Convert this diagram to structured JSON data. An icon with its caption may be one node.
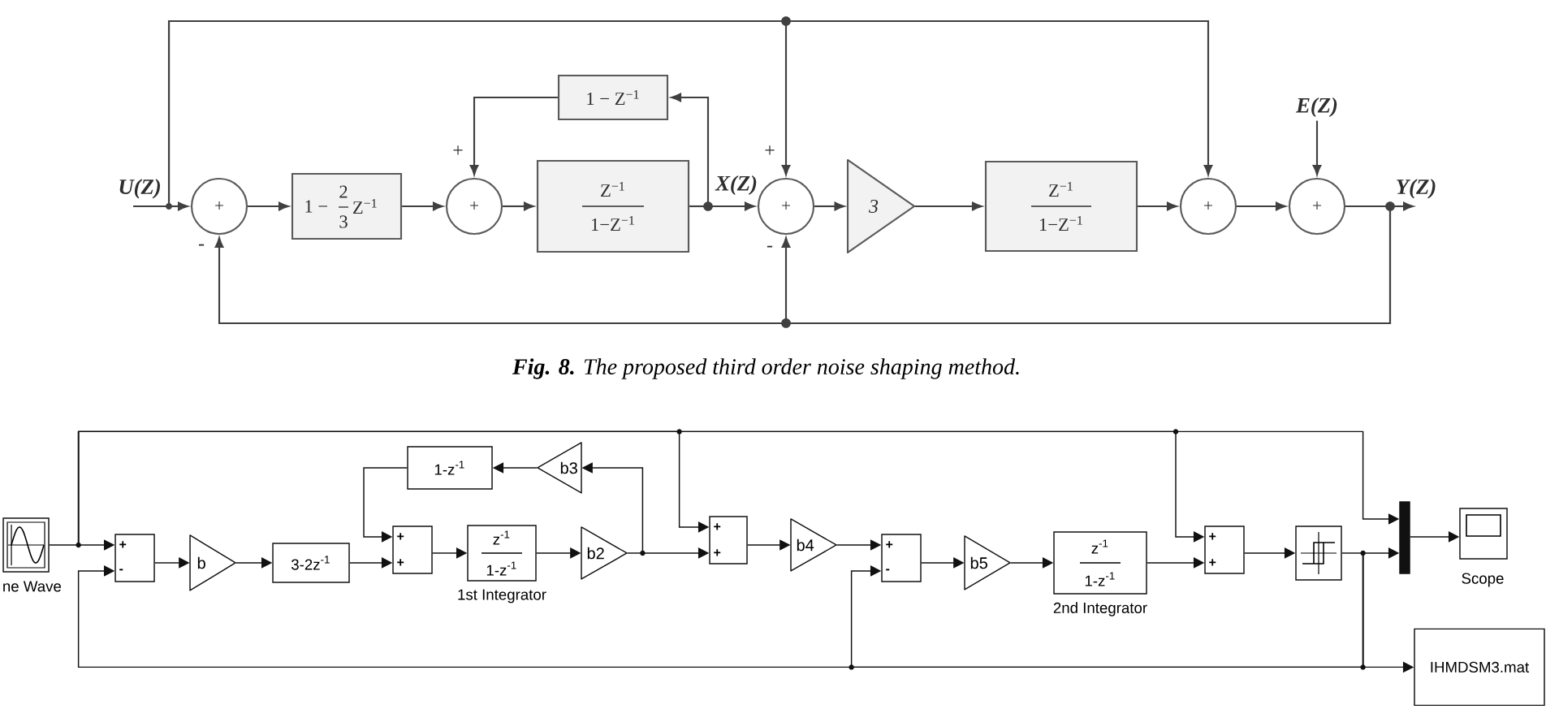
{
  "diagram": {
    "caption": "**Fig. 8.** The proposed third order noise shaping method.",
    "nodes": [
      {
        "text": [
          "U(Z)"
        ]
      },
      {
        "text": [
          "+"
        ],
        "beside": [
          "-"
        ]
      },
      {
        "text": [
          "1 −",
          "2",
          "3",
          "Z$^{−1}$"
        ]
      },
      {
        "text": [
          "+"
        ],
        "beside": [
          "+"
        ]
      },
      {
        "text": [
          "1 − Z$^{−1}$"
        ]
      },
      {
        "text": [
          "Z$^{−1}$",
          "1−Z$^{−1}$"
        ]
      },
      {
        "text": [
          "+"
        ],
        "beside": [
          "+",
          "-"
        ]
      },
      {
        "text": [
          "3"
        ]
      },
      {
        "text": [
          "Z$^{−1}$",
          "1−Z$^{−1}$"
        ]
      },
      {
        "text": [
          "+"
        ]
      },
      {
        "text": [
          "E(Z)"
        ]
      },
      {
        "text": [
          "+"
        ]
      },
      {
        "text": [
          "Y(Z)"
        ]
      },
      {
        "text": [],
        "shape": "box",
        "beside": [
          "ne Wave"
        ]
      },
      {
        "text": [
          "+",
          "-"
        ]
      },
      {
        "text": [
          "b"
        ]
      },
      {
        "text": [
          "3-2z$^{-1}$"
        ]
      },
      {
        "text": [
          "+",
          "+"
        ]
      },
      {
        "text": [
          "1-z$^{-1}$"
        ]
      },
      {
        "text": [
          "b3"
        ]
      },
      {
        "text": [
          "z$^{-1}$",
          "1-z$^{-1}$"
        ],
        "beside": [
          "1st Integrator"
        ]
      },
      {
        "text": [
          "b2"
        ]
      },
      {
        "text": [
          "+",
          "+"
        ]
      },
      {
        "text": [
          "b4"
        ]
      },
      {
        "text": [
          "+",
          "-"
        ]
      },
      {
        "text": [
          "b5"
        ]
      },
      {
        "text": [
          "z$^{-1}$",
          "1-z$^{-1}$"
        ],
        "beside": [
          "2nd Integrator"
        ]
      },
      {
        "text": [
          "+",
          "+"
        ]
      },
      {
        "text": [],
        "shape": "box"
      },
      {
        "text": [],
        "shape": "bar"
      },
      {
        "text": [],
        "shape": "box",
        "beside": [
          "Scope"
        ]
      },
      {
        "text": [
          "IHMDSM3.mat"
        ]
      }
    ],
    "edges": [
      {
        "from": 0,
        "to": 1,
        "arrow": "to"
      },
      {
        "from": 0,
        "to": 6,
        "arrow": "to"
      },
      {
        "from": 0,
        "to": 9,
        "arrow": "to"
      },
      {
        "from": 1,
        "to": 2,
        "arrow": "to"
      },
      {
        "from": 2,
        "to": 3,
        "arrow": "to"
      },
      {
        "from": 3,
        "to": 5,
        "arrow": "to"
      },
      {
        "from": 5,
        "to": 6,
        "arrow": "to"
      },
      {
        "from": 5,
        "to": 4,
        "arrow": "to"
      },
      {
        "from": 4,
        "to": 3,
        "arrow": "to"
      },
      {
        "from": 6,
        "to": 7,
        "arrow": "to"
      },
      {
        "from": 7,
        "to": 8,
        "arrow": "to"
      },
      {
        "from": 8,
        "to": 9,
        "arrow": "to"
      },
      {
        "from": 9,
        "to": 11,
        "arrow": "to"
      },
      {
        "from": 10,
        "to": 11,
        "arrow": "to"
      },
      {
        "from": 11,
        "to": 12,
        "arrow": "to"
      },
      {
        "from": 11,
        "to": 6,
        "arrow": "to"
      },
      {
        "from": 11,
        "to": 1,
        "arrow": "to"
      },
      {
        "from": 13,
        "to": 14,
        "arrow": "to"
      },
      {
        "from": 13,
        "to": 22,
        "arrow": "to"
      },
      {
        "from": 13,
        "to": 27,
        "arrow": "to"
      },
      {
        "from": 13,
        "to": 29,
        "arrow": "to"
      },
      {
        "from": 14,
        "to": 15,
        "arrow": "to"
      },
      {
        "from": 15,
        "to": 16,
        "arrow": "to"
      },
      {
        "from": 16,
        "to": 17,
        "arrow": "to"
      },
      {
        "from": 17,
        "to": 20,
        "arrow": "to"
      },
      {
        "from": 20,
        "to": 21,
        "arrow": "to"
      },
      {
        "from": 21,
        "to": 22,
        "arrow": "to"
      },
      {
        "from": 21,
        "to": 19,
        "arrow": "to"
      },
      {
        "from": 19,
        "to": 18,
        "arrow": "to"
      },
      {
        "from": 18,
        "to": 17,
        "arrow": "to"
      },
      {
        "from": 22,
        "to": 23,
        "arrow": "to"
      },
      {
        "from": 23,
        "to": 24,
        "arrow": "to"
      },
      {
        "from": 24,
        "to": 25,
        "arrow": "to"
      },
      {
        "from": 25,
        "to": 26,
        "arrow": "to"
      },
      {
        "from": 26,
        "to": 27,
        "arrow": "to"
      },
      {
        "from": 27,
        "to": 28,
        "arrow": "to"
      },
      {
        "from": 28,
        "to": 29,
        "arrow": "to"
      },
      {
        "from": 28,
        "to": 31,
        "arrow": "to"
      },
      {
        "from": 28,
        "to": 24,
        "arrow": "to"
      },
      {
        "from": 28,
        "to": 14,
        "arrow": "to"
      },
      {
        "from": 29,
        "to": 30,
        "arrow": "to"
      }
    ],
    "labels": [
      "X(Z)"
    ]
  }
}
